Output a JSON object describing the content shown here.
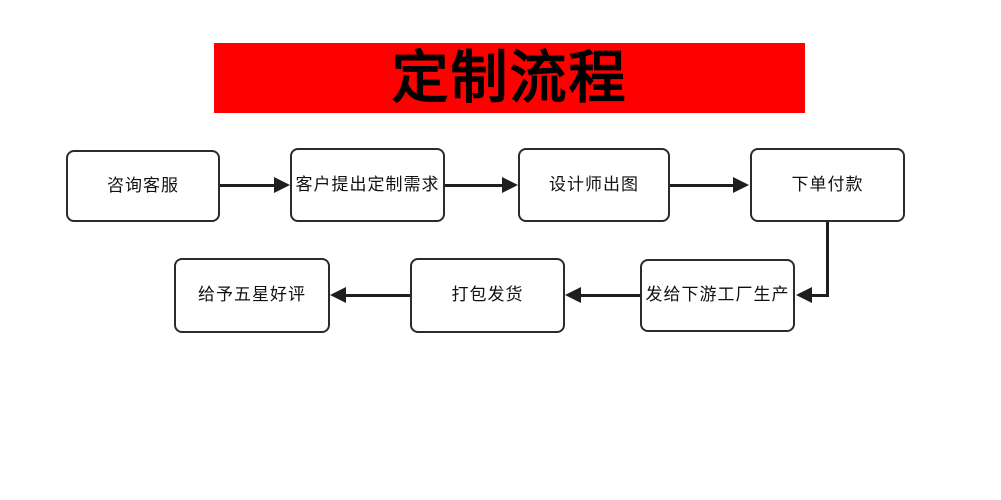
{
  "page": {
    "title": "定制流程",
    "background_color": "#ffffff"
  },
  "banner": {
    "label": "定制流程",
    "background_color": "#fe0000",
    "text_color": "#000000"
  },
  "flowchart": {
    "type": "process-flow",
    "box_border_color": "#2b2b2b",
    "box_fill_color": "#ffffff",
    "connector_color": "#1e1e1e",
    "nodes": [
      {
        "id": "consult",
        "label": "咨询客服",
        "row": 1,
        "order": 1
      },
      {
        "id": "request",
        "label": "客户提出定制需求",
        "row": 1,
        "order": 2
      },
      {
        "id": "design",
        "label": "设计师出图",
        "row": 1,
        "order": 3
      },
      {
        "id": "pay",
        "label": "下单付款",
        "row": 1,
        "order": 4
      },
      {
        "id": "factory",
        "label": "发给下游工厂生产",
        "row": 2,
        "order": 5
      },
      {
        "id": "ship",
        "label": "打包发货",
        "row": 2,
        "order": 6
      },
      {
        "id": "review",
        "label": "给予五星好评",
        "row": 2,
        "order": 7
      }
    ],
    "connectors": [
      {
        "id": "c1",
        "from": "consult",
        "to": "request",
        "direction": "right"
      },
      {
        "id": "c2",
        "from": "request",
        "to": "design",
        "direction": "right"
      },
      {
        "id": "c3",
        "from": "design",
        "to": "pay",
        "direction": "right"
      },
      {
        "id": "c4",
        "from": "pay",
        "to": "factory",
        "direction": "down-left"
      },
      {
        "id": "c5",
        "from": "factory",
        "to": "ship",
        "direction": "left"
      },
      {
        "id": "c6",
        "from": "ship",
        "to": "review",
        "direction": "left"
      }
    ]
  }
}
